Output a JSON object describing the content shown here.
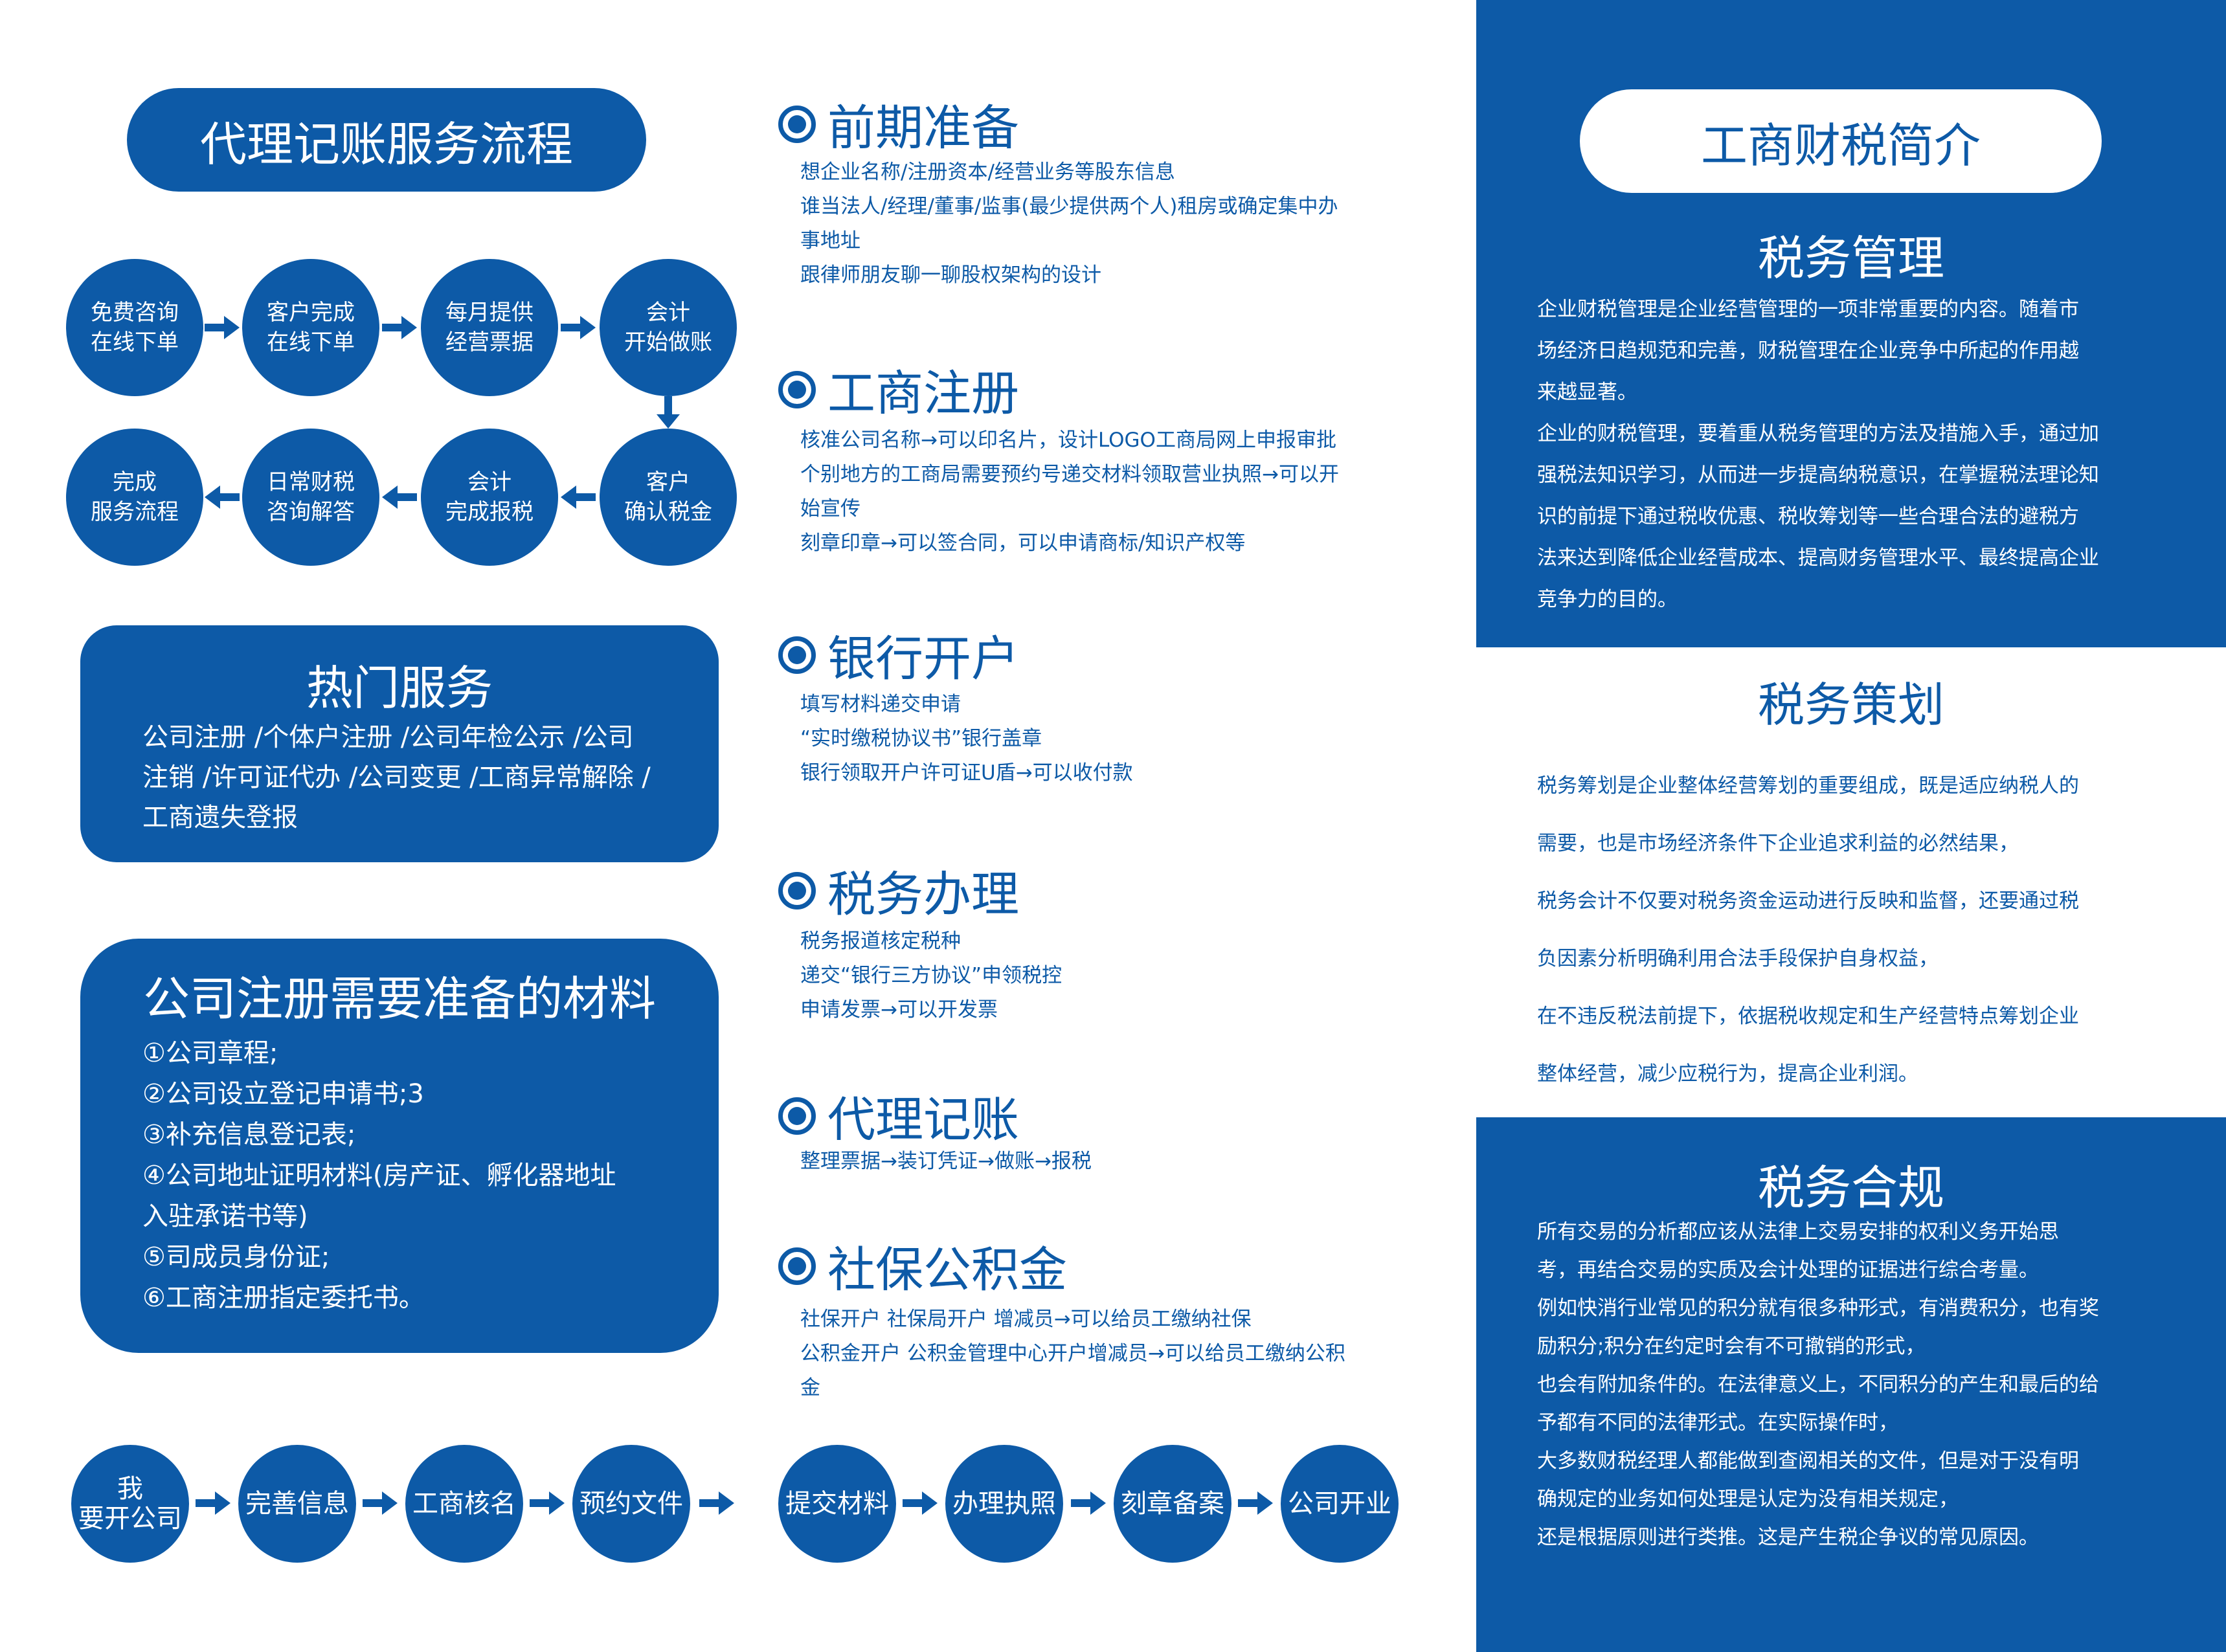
{
  "left": {
    "title": "代理记账服务流程",
    "flow_row1": [
      {
        "l1": "免费咨询",
        "l2": "在线下单"
      },
      {
        "l1": "客户完成",
        "l2": "在线下单"
      },
      {
        "l1": "每月提供",
        "l2": "经营票据"
      },
      {
        "l1": "会计",
        "l2": "开始做账"
      }
    ],
    "flow_row2": [
      {
        "l1": "完成",
        "l2": "服务流程"
      },
      {
        "l1": "日常财税",
        "l2": "咨询解答"
      },
      {
        "l1": "会计",
        "l2": "完成报税"
      },
      {
        "l1": "客户",
        "l2": "确认税金"
      }
    ],
    "hot": {
      "title": "热门服务",
      "lines": [
        "公司注册 /个体户注册 /公司年检公示 /公司",
        "注销 /许可证代办 /公司变更 /工商异常解除 /",
        "工商遗失登报"
      ]
    },
    "materials": {
      "title": "公司注册需要准备的材料",
      "items": [
        "①公司章程;",
        "②公司设立登记申请书;3",
        "③补充信息登记表;",
        "④公司地址证明材料(房产证、孵化器地址",
        "入驻承诺书等)",
        "⑤司成员身份证;",
        "⑥工商注册指定委托书。"
      ]
    }
  },
  "middle": {
    "sections": [
      {
        "title": "前期准备",
        "lines": [
          "想企业名称/注册资本/经营业务等股东信息",
          "谁当法人/经理/董事/监事(最少提供两个人)租房或确定集中办",
          "事地址",
          "跟律师朋友聊一聊股权架构的设计"
        ]
      },
      {
        "title": "工商注册",
        "lines": [
          "核准公司名称→可以印名片，设计LOGO工商局网上申报审批",
          "个别地方的工商局需要预约号递交材料领取营业执照→可以开",
          "始宣传",
          "刻章印章→可以签合同，可以申请商标/知识产权等"
        ]
      },
      {
        "title": "银行开户",
        "lines": [
          "填写材料递交申请",
          "“实时缴税协议书”银行盖章",
          "银行领取开户许可证U盾→可以收付款"
        ]
      },
      {
        "title": "税务办理",
        "lines": [
          "税务报道核定税种",
          "递交“银行三方协议”申领税控",
          "申请发票→可以开发票"
        ]
      },
      {
        "title": "代理记账",
        "lines": [
          "整理票据→装订凭证→做账→报税"
        ]
      },
      {
        "title": "社保公积金",
        "lines": [
          "社保开户 社保局开户 增减员→可以给员工缴纳社保",
          "公积金开户 公积金管理中心开户增减员→可以给员工缴纳公积",
          "金"
        ]
      }
    ]
  },
  "bottom_flow": [
    {
      "l1": "我",
      "l2": "要开公司"
    },
    {
      "l1": "完善信息",
      "l2": ""
    },
    {
      "l1": "工商核名",
      "l2": ""
    },
    {
      "l1": "预约文件",
      "l2": ""
    },
    {
      "l1": "提交材料",
      "l2": ""
    },
    {
      "l1": "办理执照",
      "l2": ""
    },
    {
      "l1": "刻章备案",
      "l2": ""
    },
    {
      "l1": "公司开业",
      "l2": ""
    }
  ],
  "right": {
    "title": "工商财税简介",
    "management": {
      "title": "税务管理",
      "lines": [
        "企业财税管理是企业经营管理的一项非常重要的内容。随着市",
        "场经济日趋规范和完善，财税管理在企业竞争中所起的作用越",
        "来越显著。",
        "企业的财税管理，要着重从税务管理的方法及措施入手，通过加",
        "强税法知识学习，从而进一步提高纳税意识，在掌握税法理论知",
        "识的前提下通过税收优惠、税收筹划等一些合理合法的避税方",
        "法来达到降低企业经营成本、提高财务管理水平、最终提高企业",
        "竞争力的目的。"
      ]
    },
    "planning": {
      "title": "税务策划",
      "lines": [
        "税务筹划是企业整体经营筹划的重要组成，既是适应纳税人的",
        "需要，也是市场经济条件下企业追求利益的必然结果，",
        "税务会计不仅要对税务资金运动进行反映和监督，还要通过税",
        "负因素分析明确利用合法手段保护自身权益，",
        "在不违反税法前提下，依据税收规定和生产经营特点筹划企业",
        "整体经营，减少应税行为，提高企业利润。"
      ]
    },
    "compliance": {
      "title": "税务合规",
      "lines": [
        "所有交易的分析都应该从法律上交易安排的权利义务开始思",
        "考，再结合交易的实质及会计处理的证据进行综合考量。",
        "例如快消行业常见的积分就有很多种形式，有消费积分，也有奖",
        "励积分;积分在约定时会有不可撤销的形式，",
        "也会有附加条件的。在法律意义上，不同积分的产生和最后的给",
        "予都有不同的法律形式。在实际操作时，",
        "大多数财税经理人都能做到查阅相关的文件，但是对于没有明",
        "确规定的业务如何处理是认定为没有相关规定，",
        "还是根据原则进行类推。这是产生税企争议的常见原因。"
      ]
    }
  }
}
